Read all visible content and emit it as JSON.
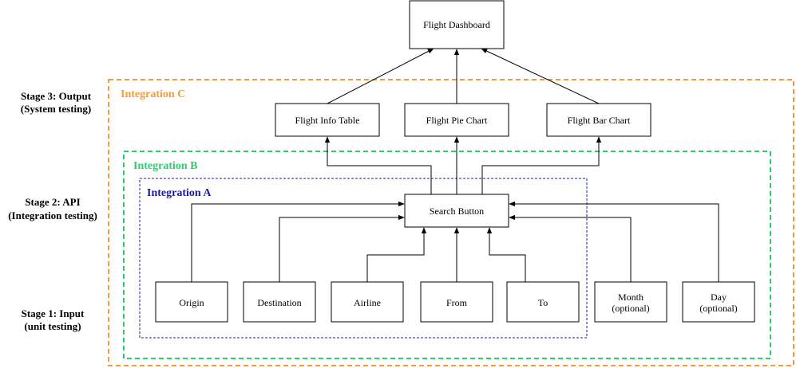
{
  "stages": [
    {
      "line1": "Stage 3: Output",
      "line2": "(System testing)"
    },
    {
      "line1": "Stage 2: API",
      "line2": "(Integration testing)"
    },
    {
      "line1": "Stage 1: Input",
      "line2": "(unit testing)"
    }
  ],
  "integrations": {
    "c": {
      "label": "Integration C",
      "color": "#f39a3b"
    },
    "b": {
      "label": "Integration B",
      "color": "#2ecc71"
    },
    "a": {
      "label": "Integration A",
      "color": "#1a1aa6"
    }
  },
  "nodes": {
    "dashboard": "Flight Dashboard",
    "info_table": "Flight Info Table",
    "pie_chart": "Flight Pie Chart",
    "bar_chart": "Flight Bar Chart",
    "search": "Search Button",
    "origin": "Origin",
    "destination": "Destination",
    "airline": "Airline",
    "from": "From",
    "to": "To",
    "month": {
      "line1": "Month",
      "line2": "(optional)"
    },
    "day": {
      "line1": "Day",
      "line2": "(optional)"
    }
  }
}
